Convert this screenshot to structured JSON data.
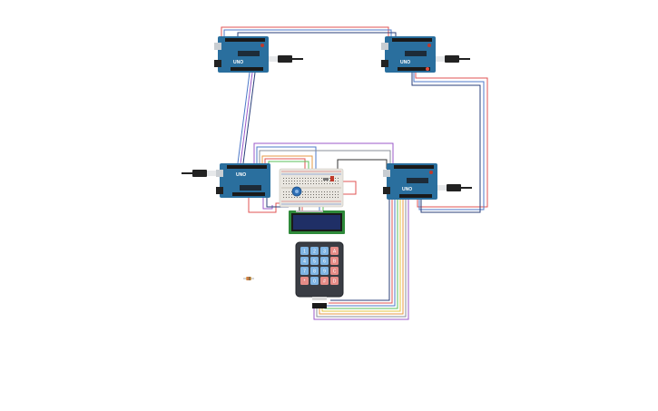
{
  "circuit": {
    "components": [
      {
        "id": "arduino_top_left",
        "kind": "arduino-uno",
        "label": "UNO"
      },
      {
        "id": "arduino_top_right",
        "kind": "arduino-uno",
        "label": "UNO"
      },
      {
        "id": "arduino_mid_left",
        "kind": "arduino-uno",
        "label": "UNO"
      },
      {
        "id": "arduino_mid_right",
        "kind": "arduino-uno",
        "label": "UNO"
      },
      {
        "id": "breadboard",
        "kind": "breadboard-mini"
      },
      {
        "id": "potentiometer",
        "kind": "potentiometer"
      },
      {
        "id": "lcd",
        "kind": "lcd-16x2"
      },
      {
        "id": "keypad",
        "kind": "keypad-4x4"
      },
      {
        "id": "resistor",
        "kind": "resistor"
      }
    ],
    "keypad_rows": [
      [
        "1",
        "2",
        "3",
        "A"
      ],
      [
        "4",
        "5",
        "6",
        "B"
      ],
      [
        "7",
        "8",
        "9",
        "C"
      ],
      [
        "*",
        "0",
        "#",
        "D"
      ]
    ],
    "colors": {
      "arduino_board": "#2a6f9e",
      "arduino_dark": "#1d4f73",
      "breadboard": "#e9e6e0",
      "lcd_screen": "#1f2f66",
      "lcd_pcb": "#2f8a3a",
      "keypad_body": "#3a3d44",
      "key_blue": "#7fb4e3",
      "key_red": "#e58b86",
      "wire_red": "#e05353",
      "wire_blue": "#4d78c8",
      "wire_navy": "#2a3f7a",
      "wire_purple": "#9b59c9",
      "wire_green": "#5bbf5b",
      "wire_yellow": "#e3c642",
      "wire_orange": "#e79a44",
      "wire_gray": "#8a8f99",
      "wire_black": "#333333"
    }
  }
}
